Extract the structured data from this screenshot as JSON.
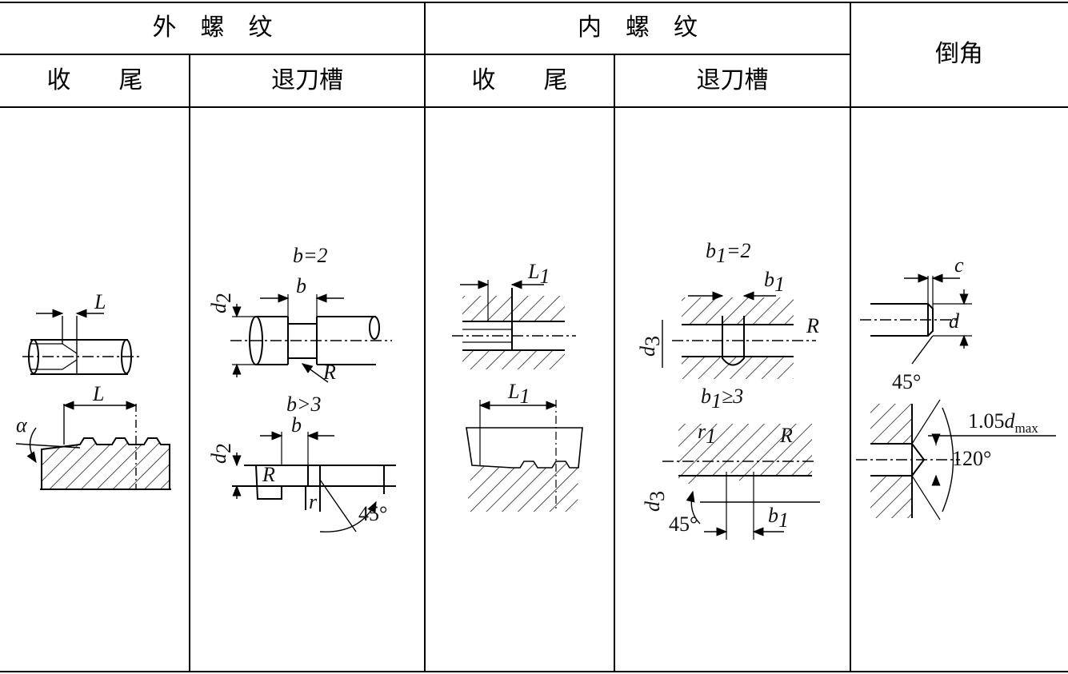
{
  "table": {
    "headers": {
      "external_thread": "外　螺　纹",
      "internal_thread": "内　螺　纹",
      "chamfer": "倒角",
      "ext_runout": "收　　尾",
      "ext_undercut": "退刀槽",
      "int_runout": "收　　尾",
      "int_undercut": "退刀槽"
    },
    "figures": {
      "ext_runout": {
        "L_top": "L",
        "L_bottom": "L",
        "alpha": "α"
      },
      "ext_undercut": {
        "b_eq": "b=2",
        "b_gt": "b>3",
        "b": "b",
        "d2": "d",
        "d2_sub": "2",
        "R": "R",
        "r": "r",
        "angle": "45°"
      },
      "int_runout": {
        "L1_top": "L",
        "L1_bottom": "L",
        "sub": "1"
      },
      "int_undercut": {
        "b1_eq": "b",
        "b1_eq_tail": "=2",
        "b1_ge": "b",
        "b1_ge_tail": "≥3",
        "b1": "b",
        "sub": "1",
        "d3": "d",
        "d3_sub": "3",
        "R": "R",
        "r1": "r",
        "angle": "45°"
      },
      "chamfer": {
        "c": "c",
        "d": "d",
        "angle45": "45°",
        "dmax_num": "1.05",
        "dmax_d": "d",
        "dmax_sub": "max",
        "angle120": "120°"
      }
    }
  }
}
